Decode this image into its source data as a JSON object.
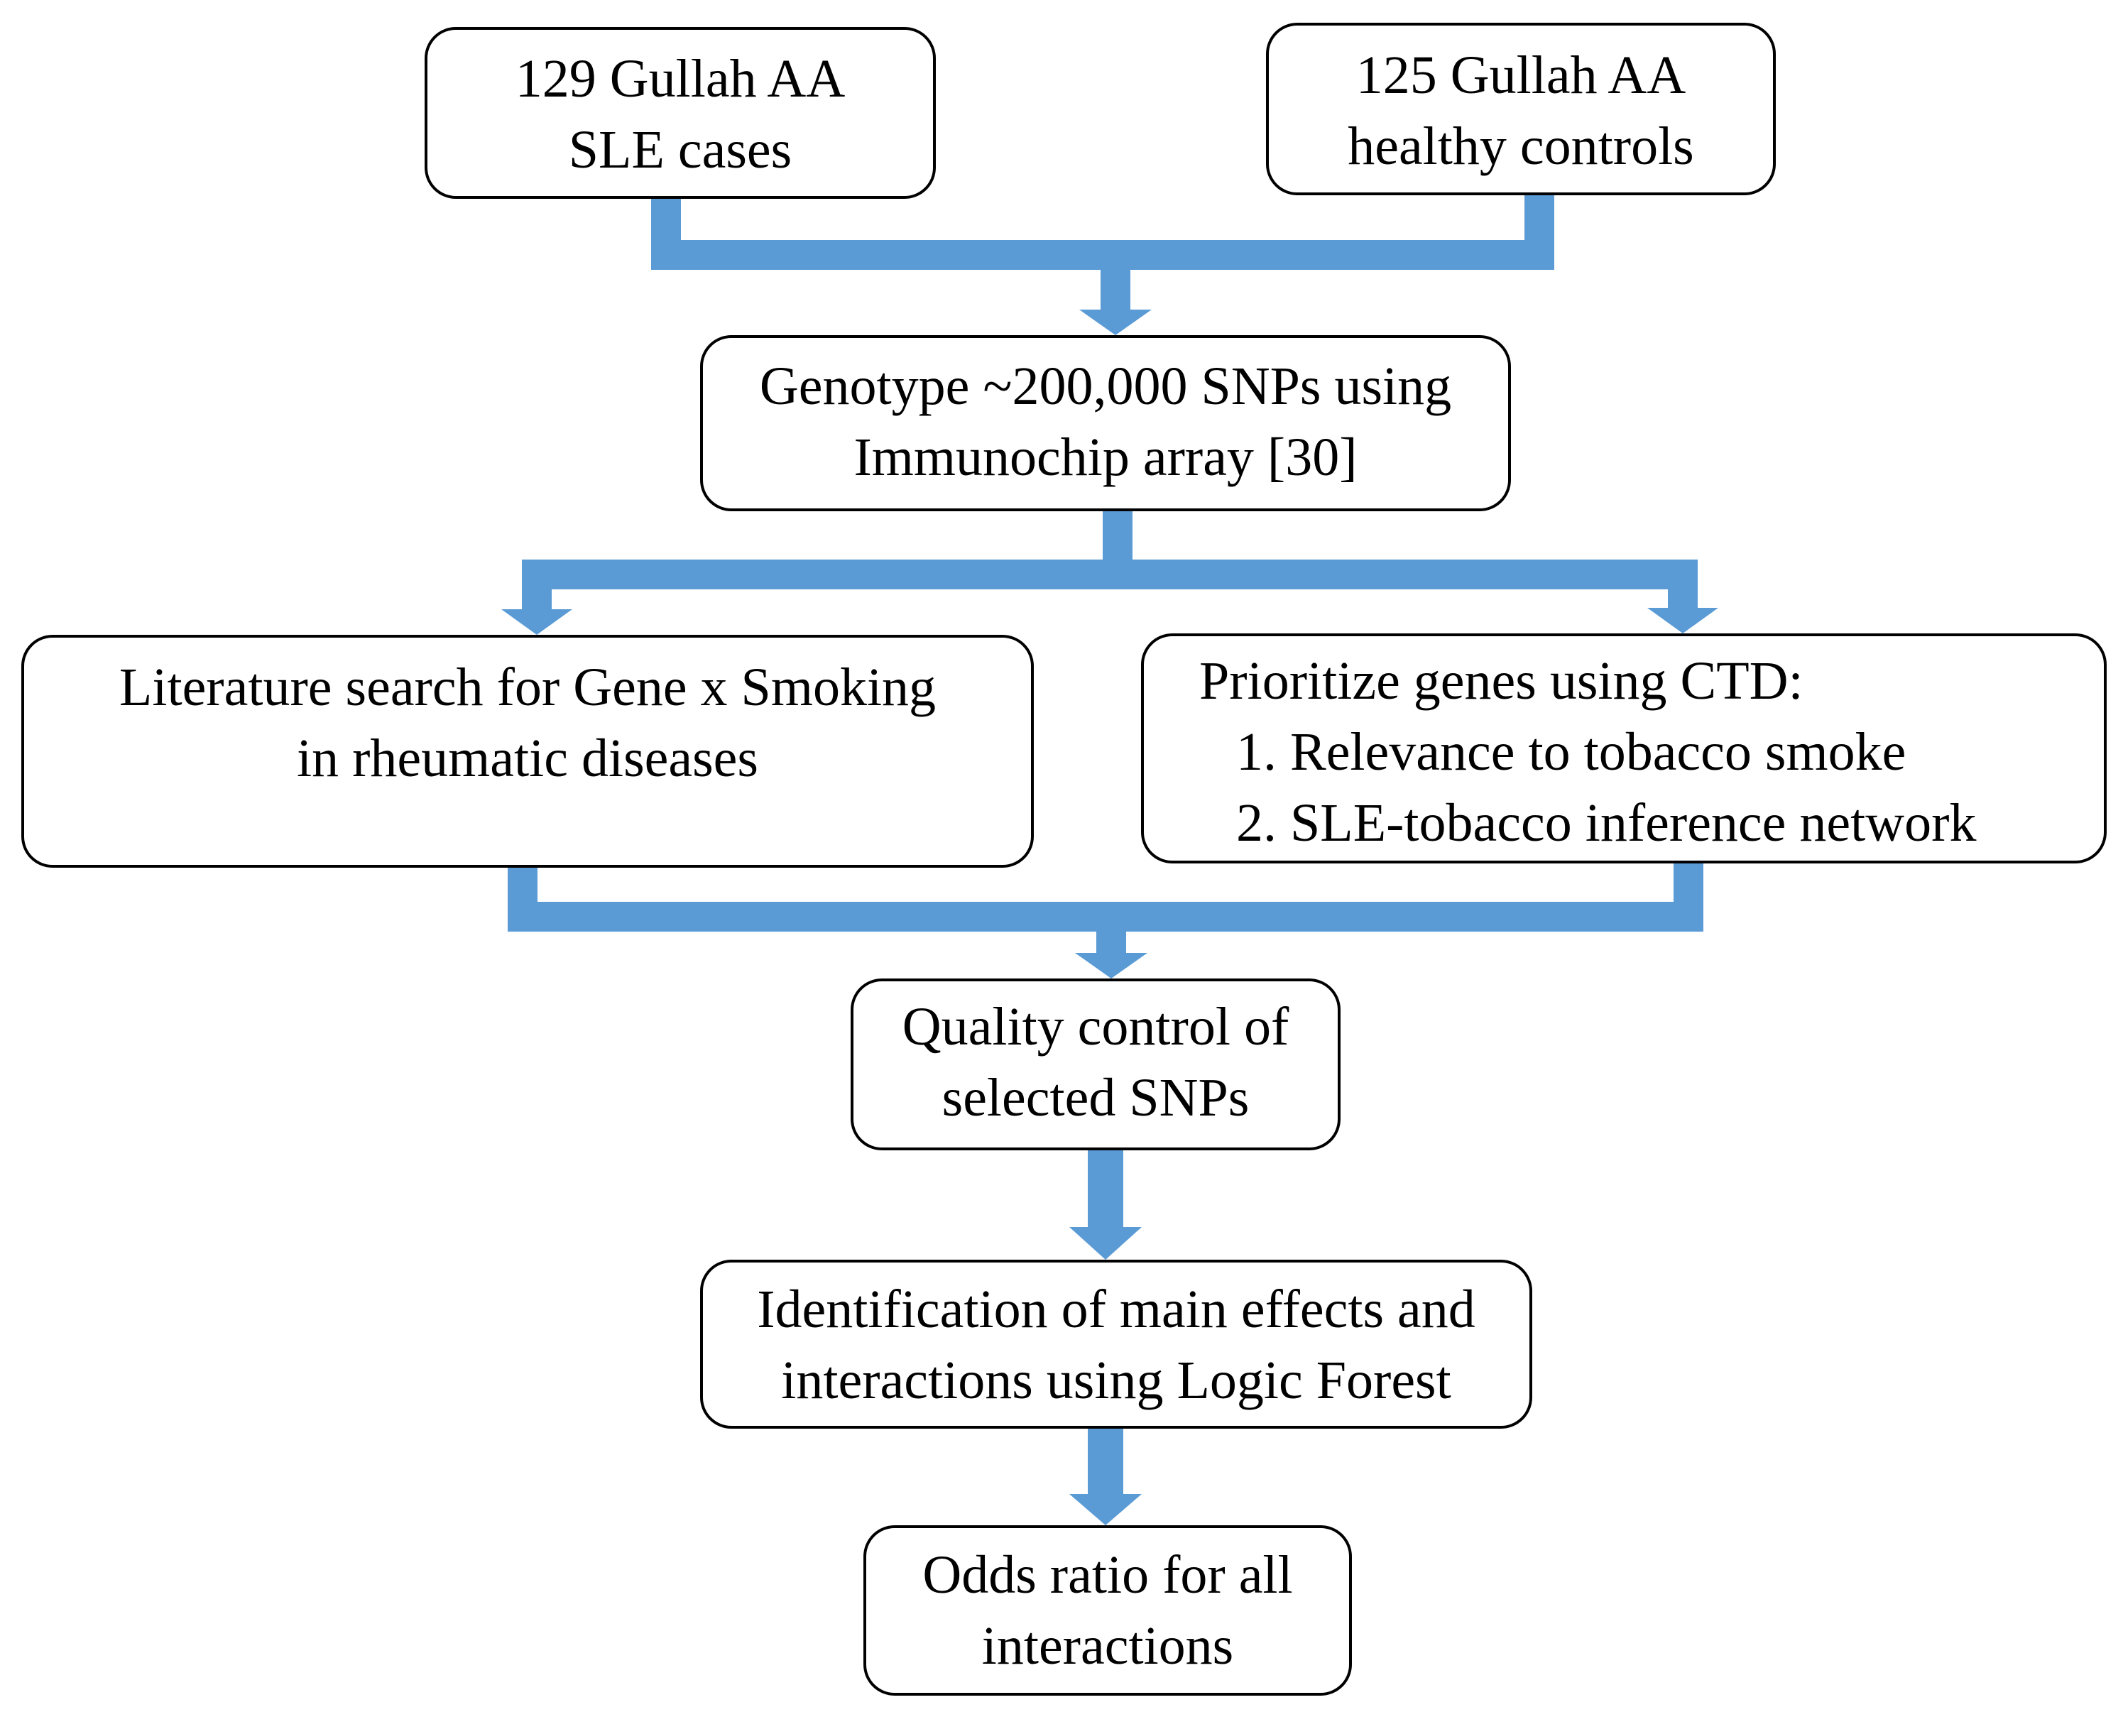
{
  "colors": {
    "arrow": "#5b9bd5",
    "box_border": "#000000",
    "text": "#000000",
    "background": "#ffffff"
  },
  "boxes": {
    "cases": {
      "lines": [
        "129 Gullah AA",
        "SLE cases"
      ]
    },
    "controls": {
      "lines": [
        "125 Gullah AA",
        "healthy controls"
      ]
    },
    "genotype": {
      "lines": [
        "Genotype ~200,000 SNPs using",
        "Immunochip array [30]"
      ]
    },
    "literature": {
      "lines": [
        "Literature search for Gene x Smoking",
        "in rheumatic diseases"
      ]
    },
    "prioritize": {
      "lines": [
        "Prioritize genes using CTD:",
        "1. Relevance to tobacco smoke",
        "2. SLE-tobacco inference network"
      ]
    },
    "quality": {
      "lines": [
        "Quality control of",
        "selected SNPs"
      ]
    },
    "identification": {
      "lines": [
        "Identification of main effects and",
        "interactions using Logic Forest"
      ]
    },
    "odds": {
      "lines": [
        "Odds ratio for all",
        "interactions"
      ]
    }
  }
}
